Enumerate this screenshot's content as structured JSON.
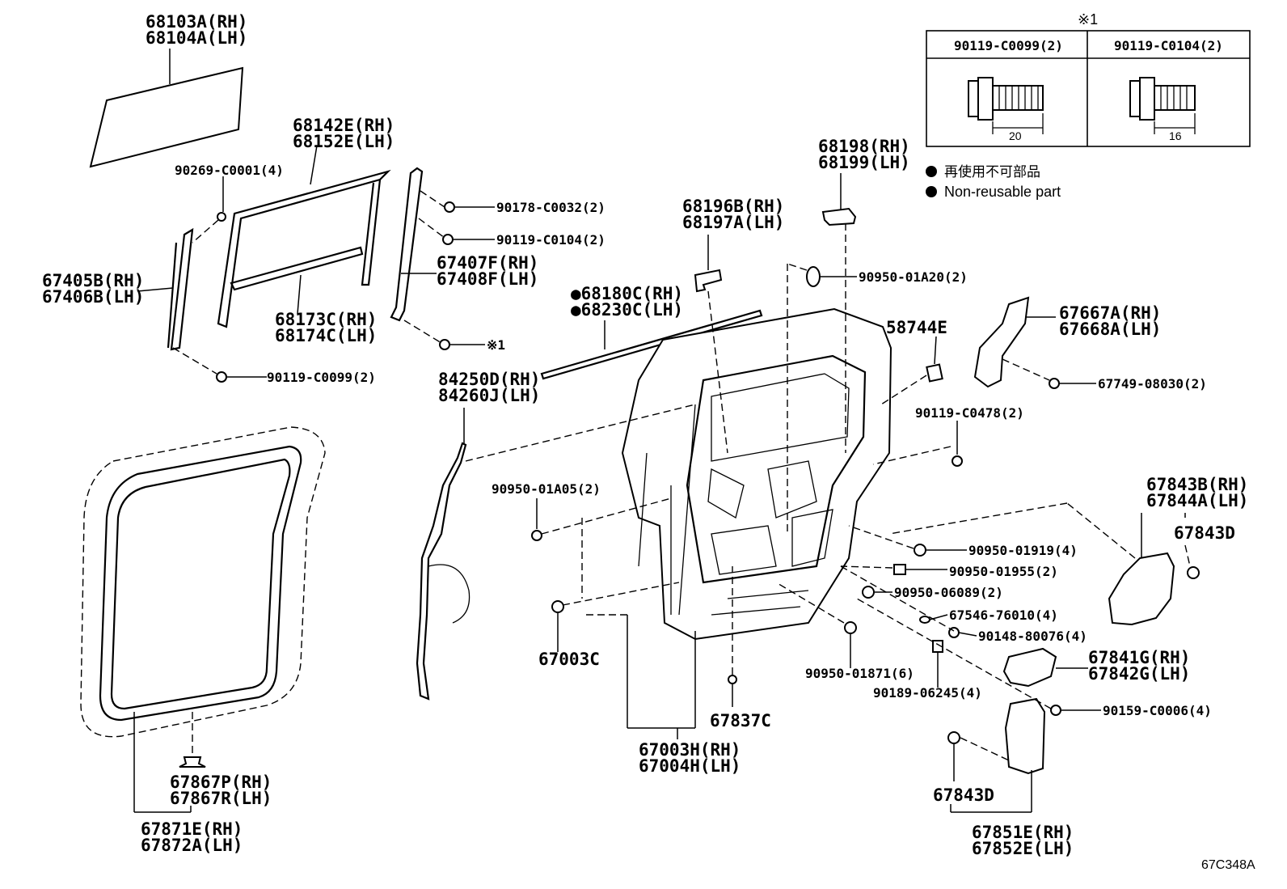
{
  "diagram_code": "67C348A",
  "table": {
    "mark": "※1",
    "col1": "90119-C0099(2)",
    "col2": "90119-C0104(2)",
    "dim1": "20",
    "dim2": "16"
  },
  "legend": {
    "jp": "再使用不可部品",
    "en": "Non-reusable part"
  },
  "labels": {
    "p68103A": "68103A(RH)",
    "p68104A": "68104A(LH)",
    "p68142E": "68142E(RH)",
    "p68152E": "68152E(LH)",
    "p90269": "90269-C0001(4)",
    "p67405B": "67405B(RH)",
    "p67406B": "67406B(LH)",
    "p68173C": "68173C(RH)",
    "p68174C": "68174C(LH)",
    "p90119_0099": "90119-C0099(2)",
    "p90178": "90178-C0032(2)",
    "p90119_0104": "90119-C0104(2)",
    "p67407F": "67407F(RH)",
    "p67408F": "67408F(LH)",
    "mark1": "※1",
    "p68198": "68198(RH)",
    "p68199": "68199(LH)",
    "p68196B": "68196B(RH)",
    "p68197A": "68197A(LH)",
    "p90950_20": "90950-01A20(2)",
    "p68180C": "●68180C(RH)",
    "p68230C": "●68230C(LH)",
    "p58744E": "58744E",
    "p67667A": "67667A(RH)",
    "p67668A": "67668A(LH)",
    "p67749": "67749-08030(2)",
    "p84250D": "84250D(RH)",
    "p84260J": "84260J(LH)",
    "p90119_0478": "90119-C0478(2)",
    "p90950_05": "90950-01A05(2)",
    "p67843B": "67843B(RH)",
    "p67844A": "67844A(LH)",
    "p67843D_a": "67843D",
    "p90950_19": "90950-01919(4)",
    "p90950_55": "90950-01955(2)",
    "p90950_06089": "90950-06089(2)",
    "p67546": "67546-76010(4)",
    "p90148": "90148-80076(4)",
    "p67003C": "67003C",
    "p90950_71": "90950-01871(6)",
    "p67841G": "67841G(RH)",
    "p67842G": "67842G(LH)",
    "p90189": "90189-06245(4)",
    "p90159": "90159-C0006(4)",
    "p67837C": "67837C",
    "p67003H": "67003H(RH)",
    "p67004H": "67004H(LH)",
    "p67867P": "67867P(RH)",
    "p67867R": "67867R(LH)",
    "p67871E": "67871E(RH)",
    "p67872A": "67872A(LH)",
    "p67843D_b": "67843D",
    "p67851E": "67851E(RH)",
    "p67852E": "67852E(LH)"
  }
}
